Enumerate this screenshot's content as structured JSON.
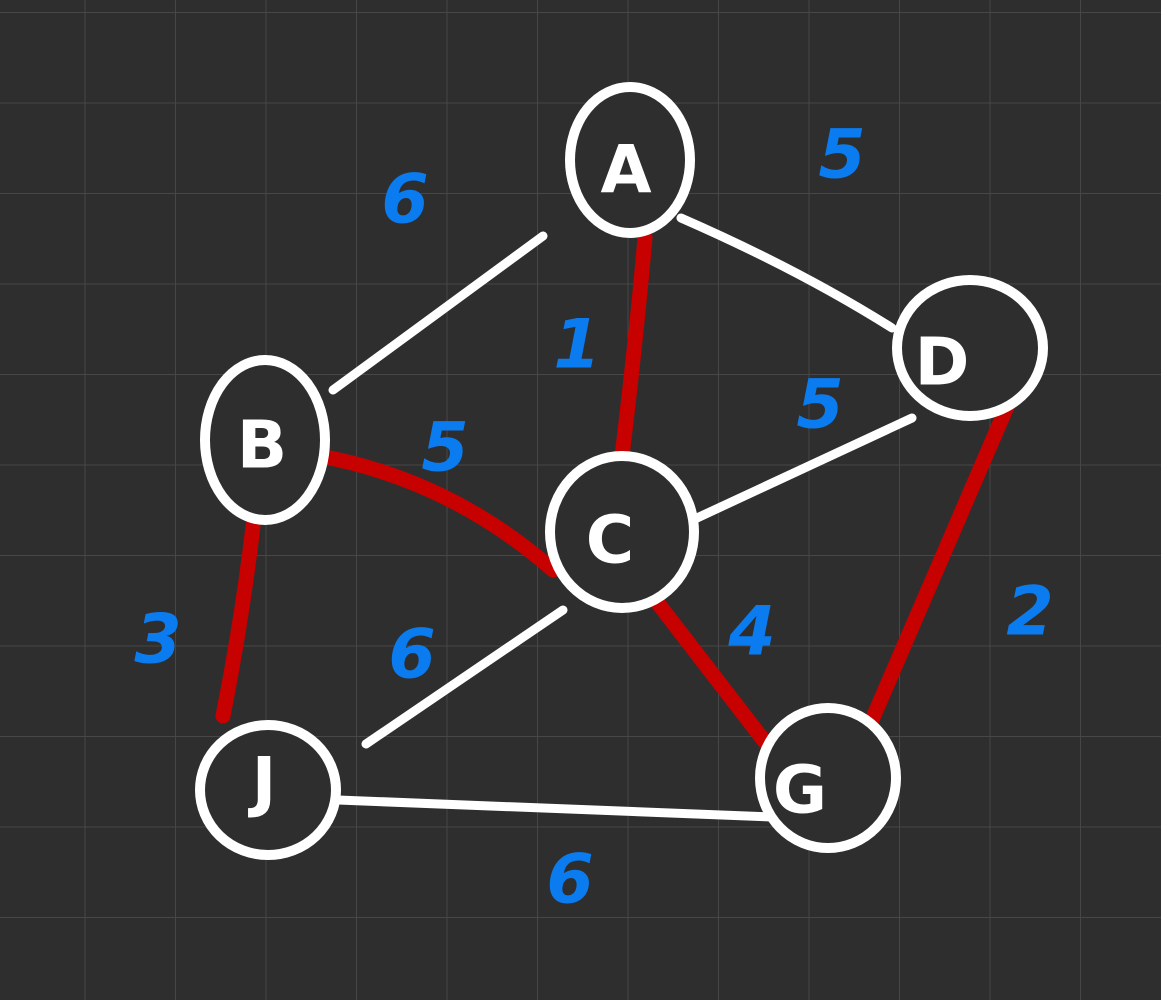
{
  "graph": {
    "nodes": [
      {
        "id": "A",
        "label": "A"
      },
      {
        "id": "B",
        "label": "B"
      },
      {
        "id": "C",
        "label": "C"
      },
      {
        "id": "D",
        "label": "D"
      },
      {
        "id": "E",
        "label": "J"
      },
      {
        "id": "F",
        "label": "G"
      }
    ],
    "edges": [
      {
        "from": "A",
        "to": "B",
        "weight": "6",
        "highlight": false
      },
      {
        "from": "A",
        "to": "D",
        "weight": "5",
        "highlight": false
      },
      {
        "from": "A",
        "to": "C",
        "weight": "1",
        "highlight": true
      },
      {
        "from": "B",
        "to": "C",
        "weight": "5",
        "highlight": true
      },
      {
        "from": "C",
        "to": "D",
        "weight": "5",
        "highlight": false
      },
      {
        "from": "B",
        "to": "E",
        "weight": "3",
        "highlight": true
      },
      {
        "from": "C",
        "to": "E",
        "weight": "6",
        "highlight": false
      },
      {
        "from": "C",
        "to": "F",
        "weight": "4",
        "highlight": true
      },
      {
        "from": "D",
        "to": "F",
        "weight": "2",
        "highlight": true
      },
      {
        "from": "E",
        "to": "F",
        "weight": "6",
        "highlight": false
      }
    ],
    "colors": {
      "node_stroke": "#ffffff",
      "edge_default": "#ffffff",
      "edge_highlight": "#c70000",
      "weight_text": "#0a7cf0",
      "background": "#2e2e2e",
      "grid": "#474747"
    }
  }
}
